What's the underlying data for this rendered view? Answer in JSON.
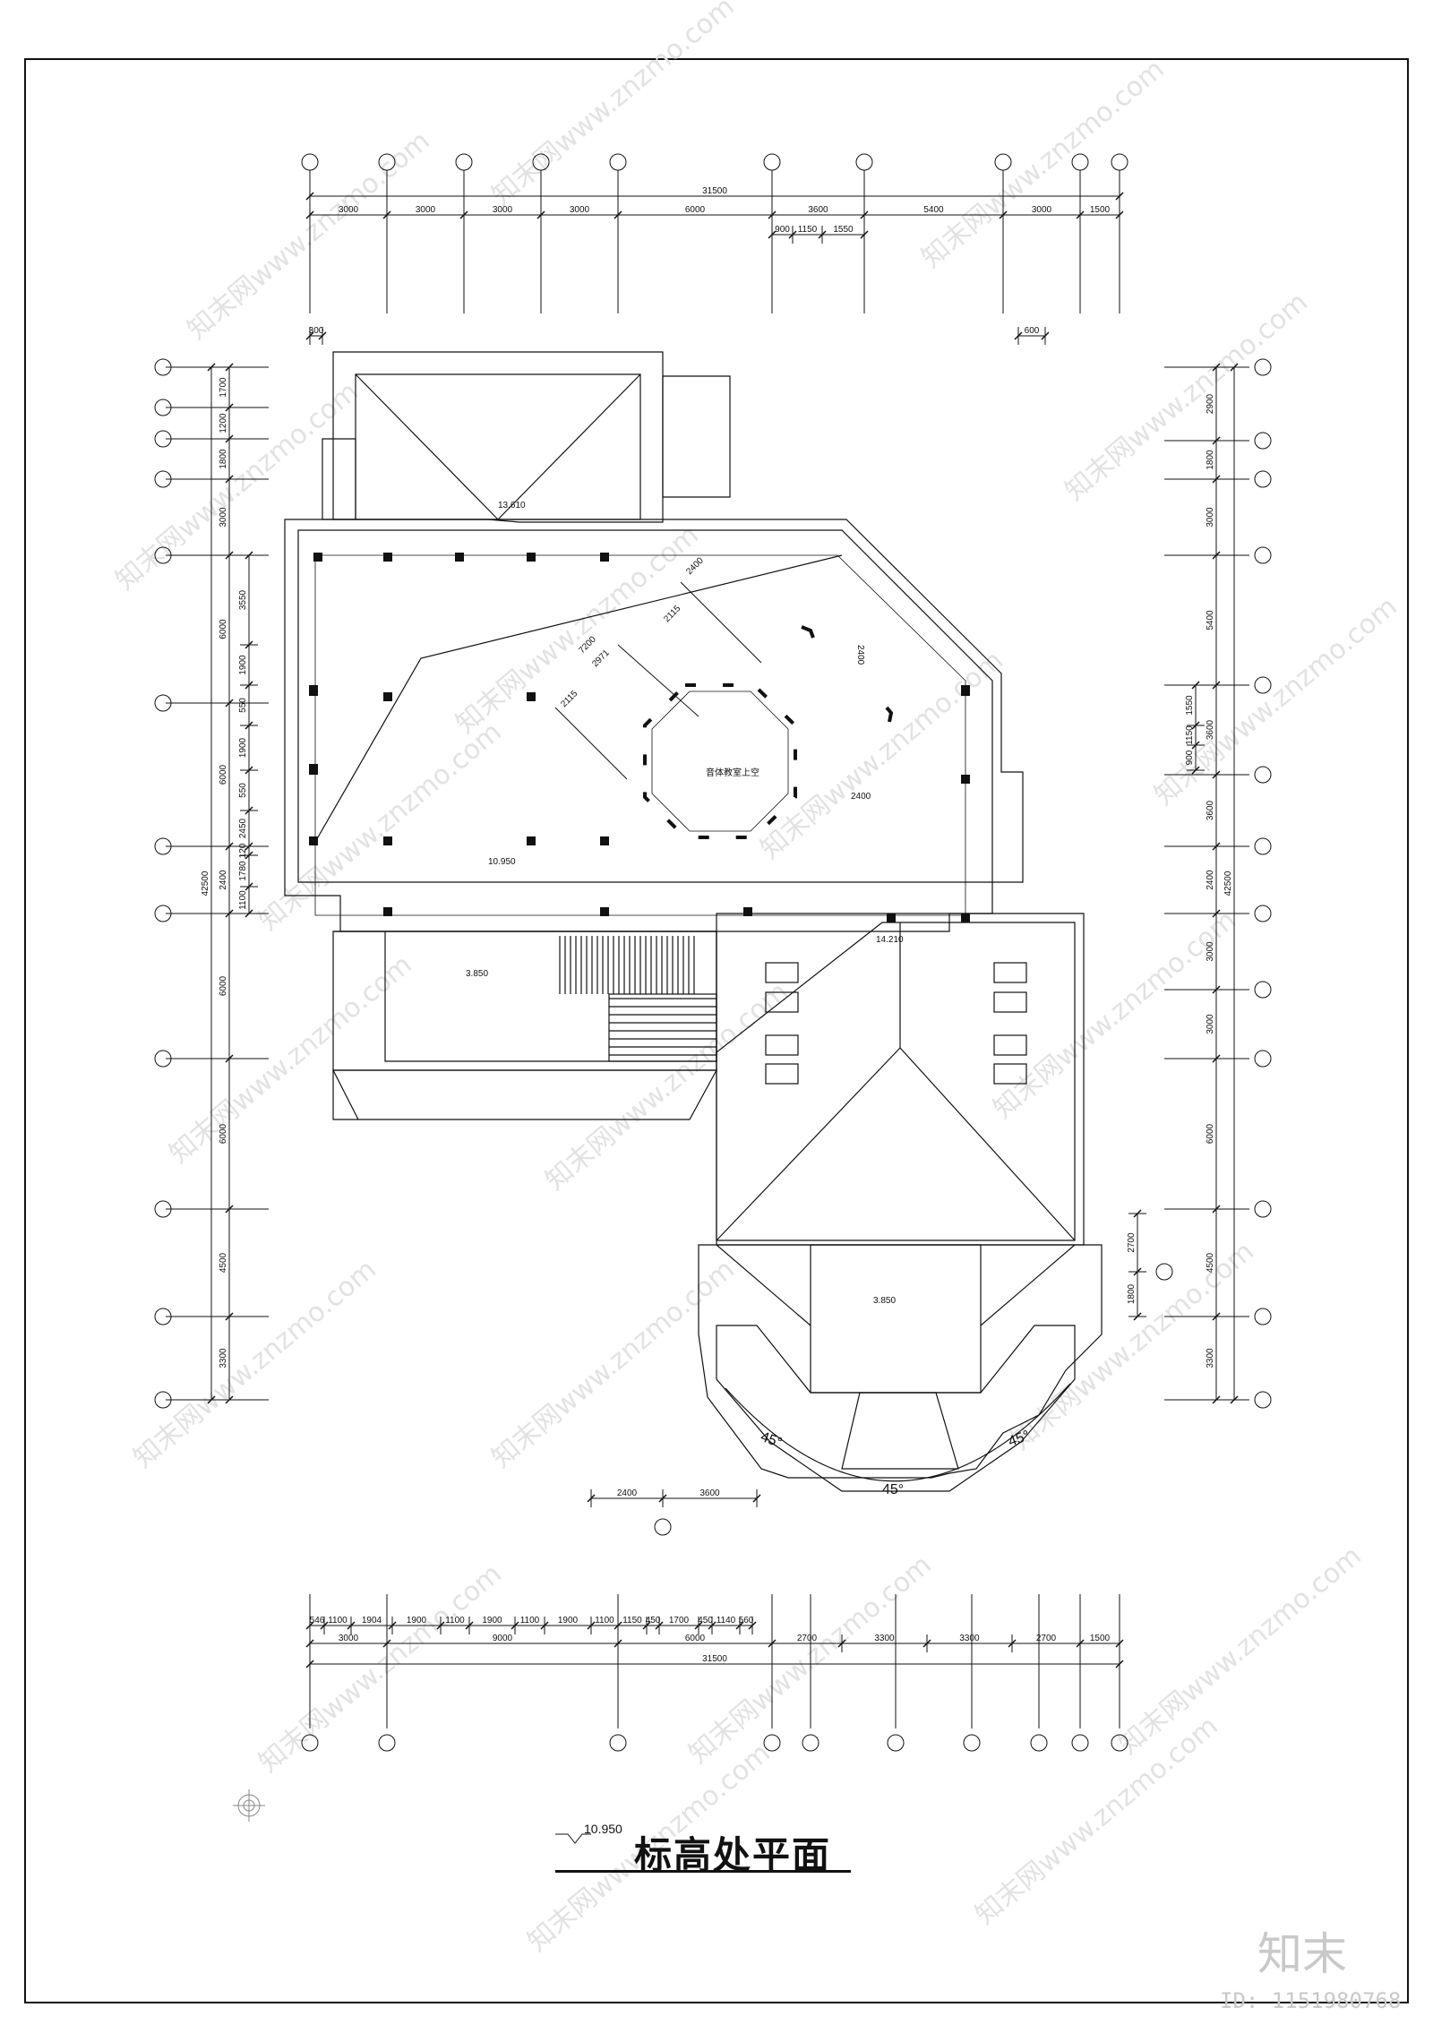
{
  "drawing": {
    "title": "标高处平面",
    "title_elevation": "10.950",
    "room_label": "音体教室上空",
    "elevations": [
      "13.610",
      "10.950",
      "14.210",
      "3.850",
      "3.850"
    ],
    "angles": [
      "45°",
      "45°",
      "45°"
    ]
  },
  "dimensions": {
    "top_total": "31500",
    "top_segments": [
      "3000",
      "3000",
      "3000",
      "3000",
      "6000",
      "3600",
      "5400",
      "3000",
      "1500"
    ],
    "top_sub": [
      "900",
      "1150",
      "1550"
    ],
    "top_small": [
      "300",
      "600"
    ],
    "left_total": "42500",
    "left_outer": [
      "1700",
      "1200",
      "1800",
      "3000",
      "6000",
      "6000",
      "2400",
      "6000",
      "6000",
      "4500",
      "3300"
    ],
    "left_inner": [
      "3550",
      "1900",
      "550",
      "1900",
      "550",
      "2450",
      "120",
      "1780",
      "1100"
    ],
    "right_total": "42500",
    "right_segments": [
      "2900",
      "1800",
      "3000",
      "5400",
      "3600",
      "3600",
      "2400",
      "3000",
      "3000",
      "6000",
      "4500",
      "3300"
    ],
    "right_sub": [
      "1550",
      "1150",
      "900"
    ],
    "right_extra": [
      "2700",
      "1800"
    ],
    "bottom_total": "31500",
    "bottom_segments": [
      "3000",
      "9000",
      "6000",
      "2700",
      "3300",
      "3300",
      "2700",
      "1500"
    ],
    "bottom_detail": [
      "546",
      "1100",
      "1904",
      "1900",
      "1100",
      "1900",
      "1100",
      "1900",
      "1100",
      "1150",
      "450",
      "1700",
      "450",
      "1140",
      "560"
    ],
    "lower_dims": [
      "2400",
      "3600"
    ],
    "diag_dims": [
      "2115",
      "2400",
      "7200",
      "2971",
      "2115"
    ],
    "inner_dims": [
      "2400",
      "2400"
    ]
  },
  "watermark": {
    "text": "知末网www.znzmo.com",
    "logo": "知末",
    "id": "ID: 1151980768"
  }
}
